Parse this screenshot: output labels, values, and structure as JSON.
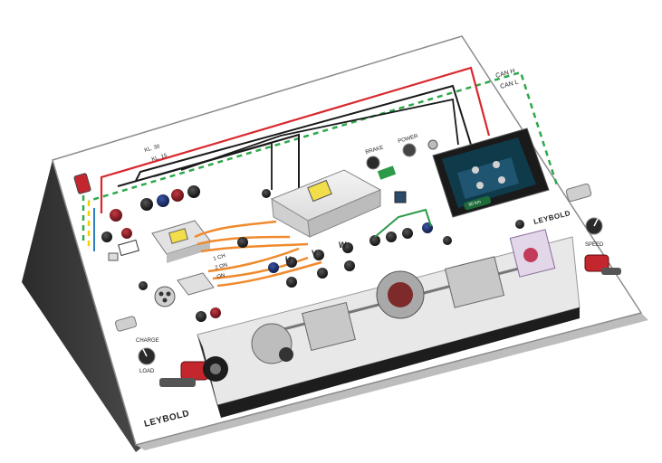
{
  "brand": {
    "name": "LEYBOLD",
    "name_module": "LEYBOLD"
  },
  "bus_labels": {
    "can_h": "CAN H",
    "can_l": "CAN L",
    "kl30": "KL. 30",
    "kl15": "KL. 15"
  },
  "controls": {
    "brake": "BRAKE",
    "power": "POWER",
    "speed": "SPEED",
    "charge": "CHARGE",
    "load": "LOAD"
  },
  "mode_labels": {
    "mode_a": "1 CH",
    "mode_b": "2 ON",
    "mode_c": "ON"
  },
  "phase_labels": {
    "u": "U",
    "v": "V",
    "w": "W"
  },
  "screen": {
    "button": "60 km"
  },
  "colors": {
    "can_h": "#f2d200",
    "can_l_green": "#2ea84a",
    "kl30": "#d8282d",
    "kl15": "#1a1a1a",
    "blue": "#2a7fc2",
    "orange": "#f08a2c",
    "green": "#2d9a4a",
    "socket_red": "#8e1a22",
    "socket_blue": "#1c2f6b",
    "socket_black": "#1a1a1a"
  }
}
